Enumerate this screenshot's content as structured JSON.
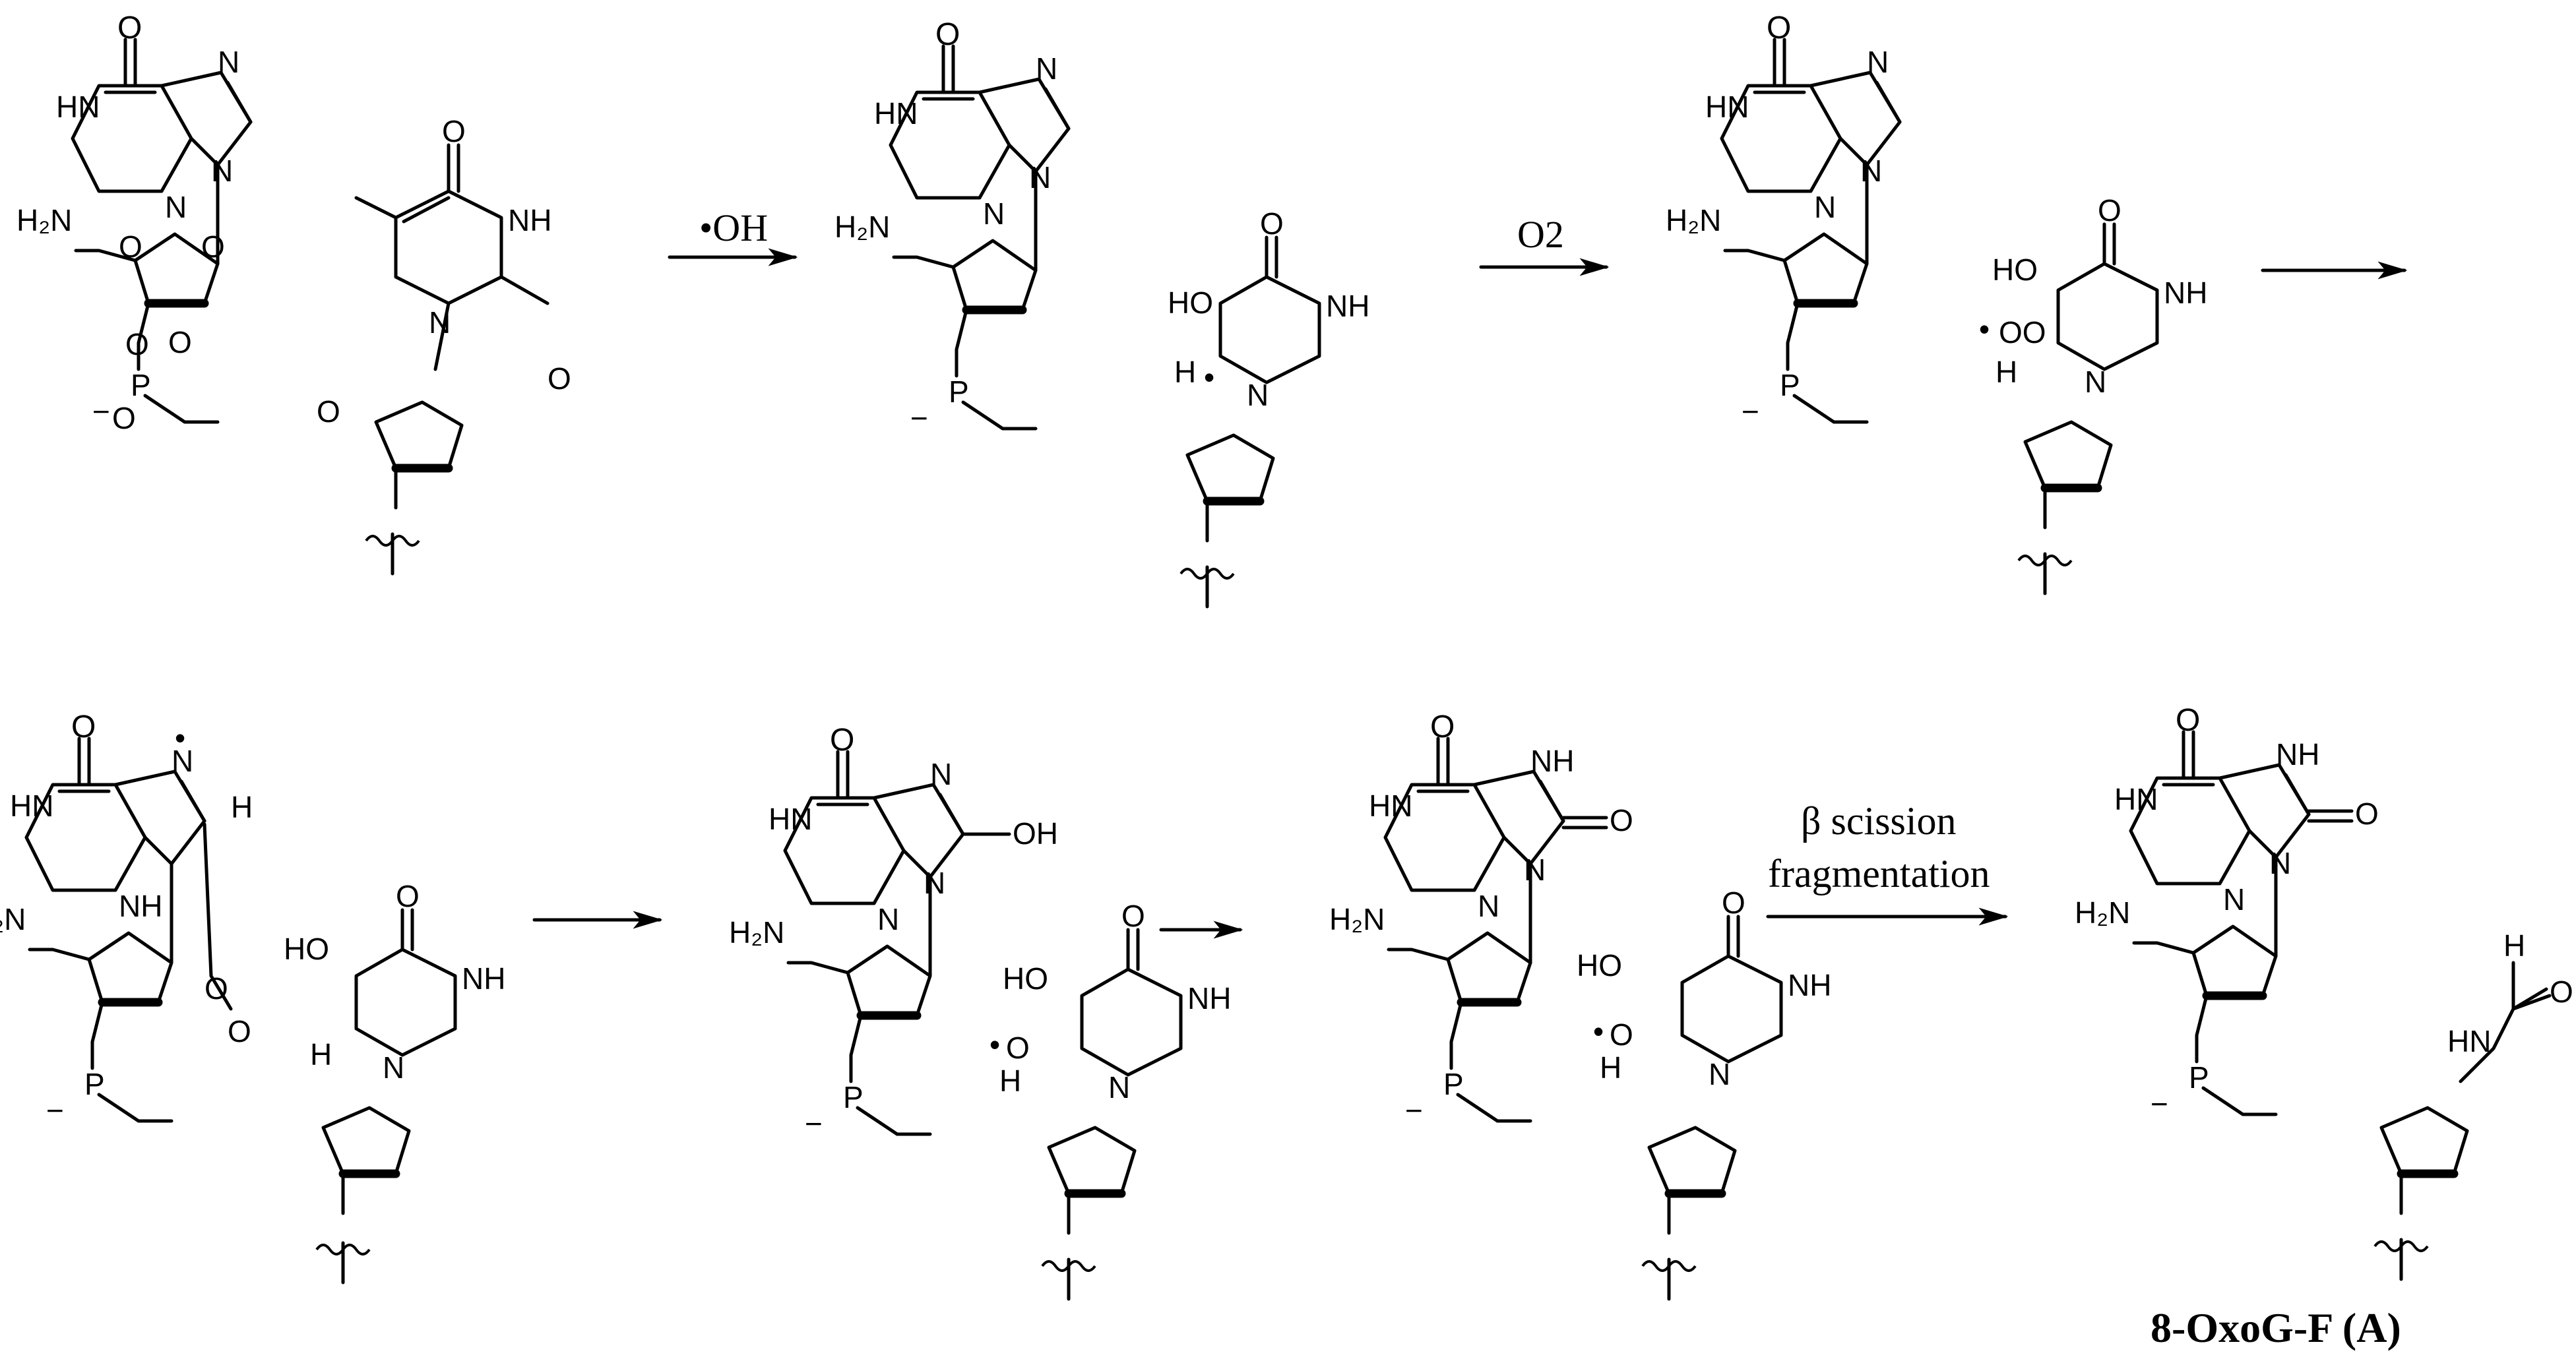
{
  "arrows": [
    {
      "label": "•OH"
    },
    {
      "label": "O2"
    },
    {
      "label": ""
    },
    {
      "label": ""
    },
    {
      "label": ""
    },
    {
      "label_line1": "β scission",
      "label_line2": "fragmentation"
    }
  ],
  "product_label": "8-OxoG-F (A)",
  "atoms": {
    "O": "O",
    "N": "N",
    "NH": "NH",
    "HN": "HN",
    "H": "H",
    "OH": "OH",
    "HO": "HO",
    "H2N": "H₂N",
    "P": "P",
    "minus": "−",
    "OO": "OO",
    "dot": "•"
  }
}
